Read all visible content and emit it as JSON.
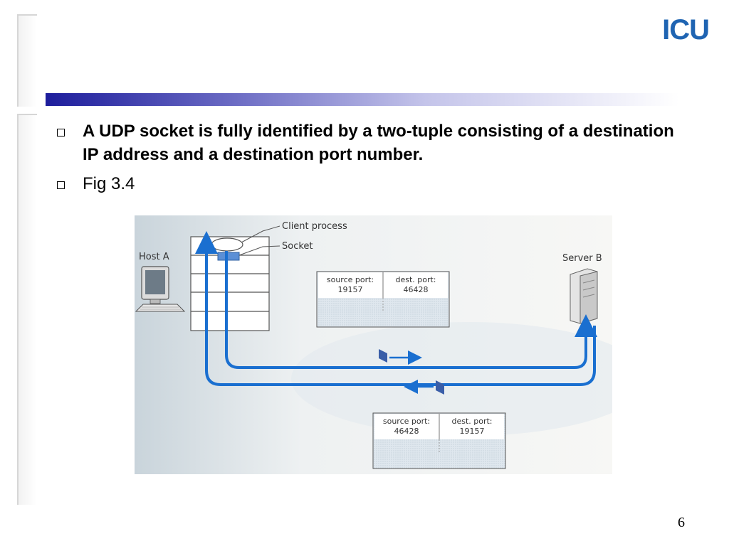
{
  "logo": {
    "text": "ICU"
  },
  "bullets": [
    {
      "text": "A UDP socket is fully identified by a two-tuple consisting of a destination IP address and a destination port number."
    },
    {
      "text": "Fig 3.4"
    }
  ],
  "figure": {
    "host_label": "Host A",
    "server_label": "Server B",
    "client_process_label": "Client process",
    "socket_label": "Socket",
    "segment_top": {
      "source_port_label": "source port:",
      "source_port": "19157",
      "dest_port_label": "dest. port:",
      "dest_port": "46428"
    },
    "segment_bottom": {
      "source_port_label": "source port:",
      "source_port": "46428",
      "dest_port_label": "dest. port:",
      "dest_port": "19157"
    }
  },
  "page_number": "6"
}
